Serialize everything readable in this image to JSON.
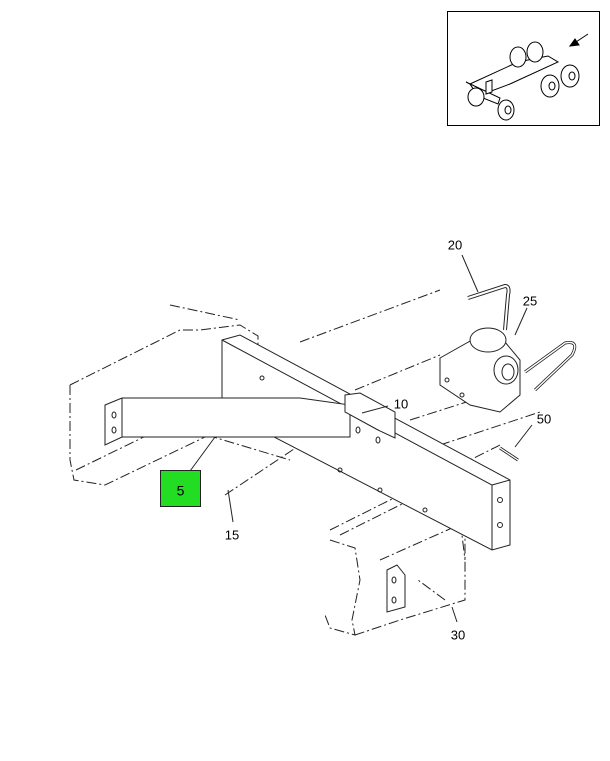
{
  "diagram": {
    "callouts": [
      {
        "id": "5",
        "label": "5",
        "highlighted": true
      },
      {
        "id": "10",
        "label": "10"
      },
      {
        "id": "15",
        "label": "15"
      },
      {
        "id": "20",
        "label": "20"
      },
      {
        "id": "25",
        "label": "25"
      },
      {
        "id": "30",
        "label": "30"
      },
      {
        "id": "50",
        "label": "50"
      }
    ],
    "highlight_color": "#22dd22"
  }
}
